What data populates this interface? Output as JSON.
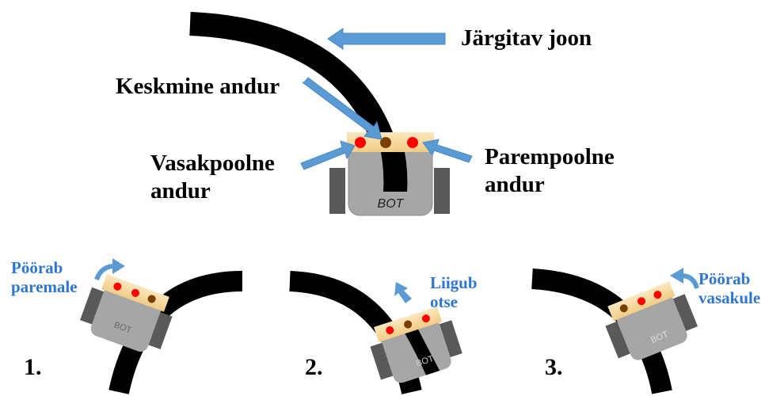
{
  "top": {
    "line_label": "Järgitav joon",
    "center_sensor_label": "Keskmine andur",
    "left_sensor_label_1": "Vasakpoolne",
    "left_sensor_label_2": "andur",
    "right_sensor_label_1": "Parempoolne",
    "right_sensor_label_2": "andur",
    "robot_text": "BOT"
  },
  "scenarios": [
    {
      "number": "1.",
      "action_1": "Pöörab",
      "action_2": "paremale",
      "robot_text": "BOT"
    },
    {
      "number": "2.",
      "action_1": "Liigub",
      "action_2": "otse",
      "robot_text": "BOT"
    },
    {
      "number": "3.",
      "action_1": "Pöörab",
      "action_2": "vasakule",
      "robot_text": "BOT"
    }
  ],
  "colors": {
    "line": "#000000",
    "arrow": "#5b9bd5",
    "sensor_active": "#ff0000",
    "sensor_on_line": "#7a3f00",
    "sensor_bar": "#f8dca0",
    "body": "#a6a6a6",
    "wheel": "#595959",
    "action_text": "#2e75d6"
  }
}
